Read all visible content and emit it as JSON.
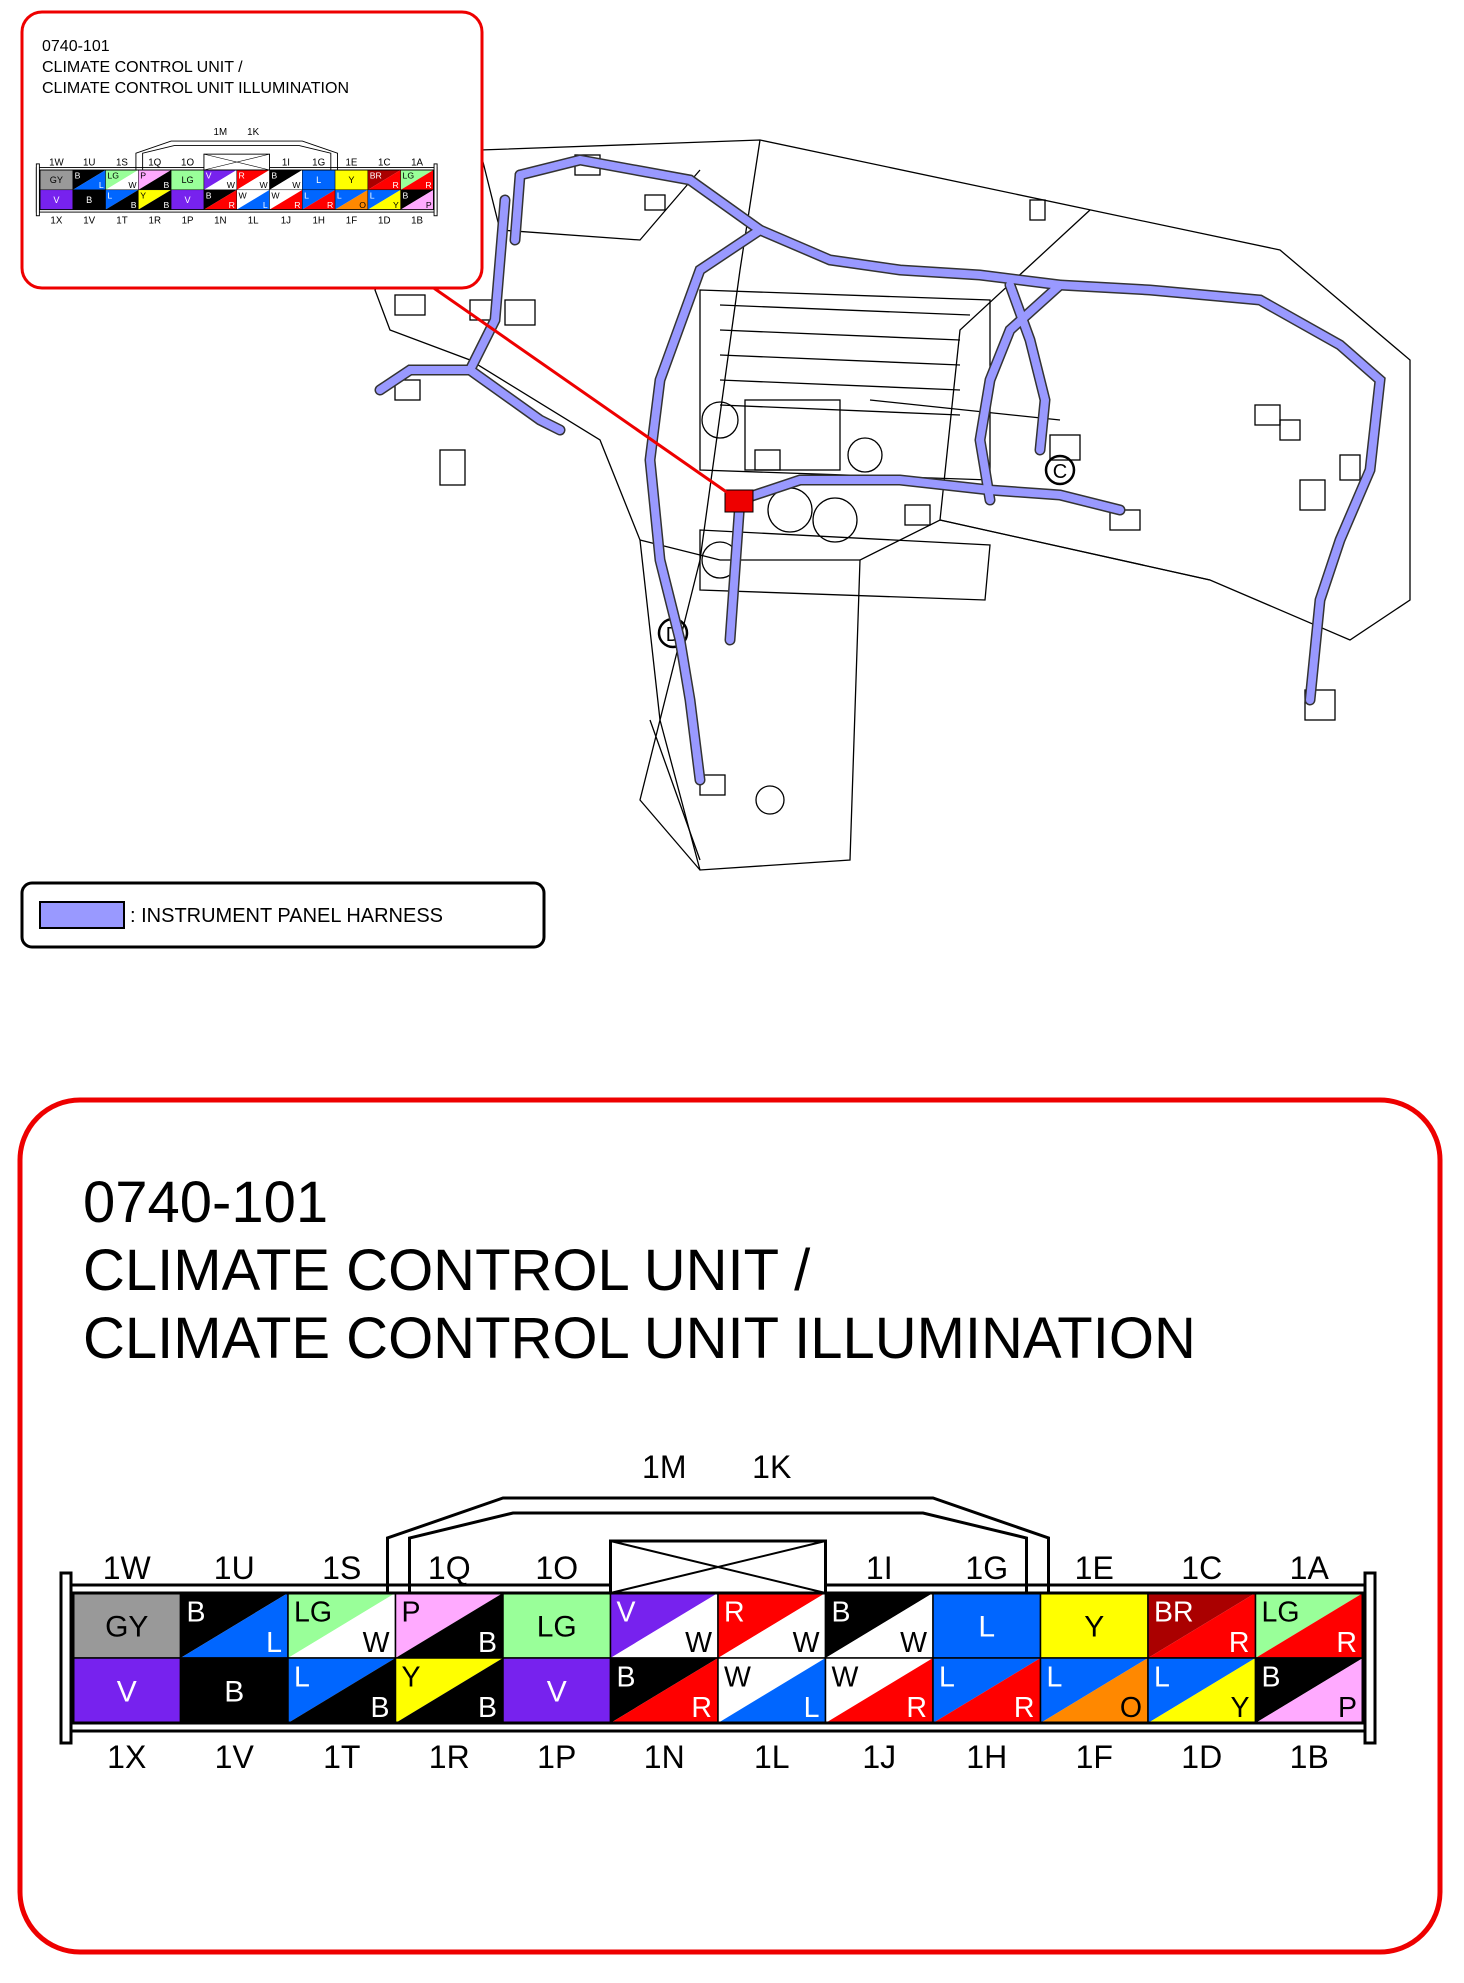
{
  "connector": {
    "id": "0740-101",
    "name_line1": "CLIMATE CONTROL UNIT /",
    "name_line2": "CLIMATE CONTROL UNIT ILLUMINATION",
    "top_labels": [
      "1W",
      "1U",
      "1S",
      "1Q",
      "1O",
      "",
      "",
      "1I",
      "1G",
      "1E",
      "1C",
      "1A"
    ],
    "center_top_labels": [
      "1M",
      "1K"
    ],
    "bottom_labels": [
      "1X",
      "1V",
      "1T",
      "1R",
      "1P",
      "1N",
      "1L",
      "1J",
      "1H",
      "1F",
      "1D",
      "1B"
    ],
    "top_row": [
      {
        "pin": "1W",
        "primary": "GY",
        "stripe": null
      },
      {
        "pin": "1U",
        "primary": "B",
        "stripe": "L"
      },
      {
        "pin": "1S",
        "primary": "LG",
        "stripe": "W"
      },
      {
        "pin": "1Q",
        "primary": "P",
        "stripe": "B"
      },
      {
        "pin": "1O",
        "primary": "LG",
        "stripe": null
      },
      {
        "pin": "1M",
        "primary": "V",
        "stripe": "W"
      },
      {
        "pin": "1K",
        "primary": "R",
        "stripe": "W"
      },
      {
        "pin": "1I",
        "primary": "B",
        "stripe": "W"
      },
      {
        "pin": "1G",
        "primary": "L",
        "stripe": null
      },
      {
        "pin": "1E",
        "primary": "Y",
        "stripe": null
      },
      {
        "pin": "1C",
        "primary": "BR",
        "stripe": "R"
      },
      {
        "pin": "1A",
        "primary": "LG",
        "stripe": "R"
      }
    ],
    "bottom_row": [
      {
        "pin": "1X",
        "primary": "V",
        "stripe": null
      },
      {
        "pin": "1V",
        "primary": "B",
        "stripe": null
      },
      {
        "pin": "1T",
        "primary": "L",
        "stripe": "B"
      },
      {
        "pin": "1R",
        "primary": "Y",
        "stripe": "B"
      },
      {
        "pin": "1P",
        "primary": "V",
        "stripe": null
      },
      {
        "pin": "1N",
        "primary": "B",
        "stripe": "R"
      },
      {
        "pin": "1L",
        "primary": "W",
        "stripe": "L"
      },
      {
        "pin": "1J",
        "primary": "W",
        "stripe": "R"
      },
      {
        "pin": "1H",
        "primary": "L",
        "stripe": "R"
      },
      {
        "pin": "1F",
        "primary": "L",
        "stripe": "O"
      },
      {
        "pin": "1D",
        "primary": "L",
        "stripe": "Y"
      },
      {
        "pin": "1B",
        "primary": "B",
        "stripe": "P"
      }
    ]
  },
  "wire_colors": {
    "GY": "#999999",
    "B": "#000000",
    "L": "#0066ff",
    "LG": "#99ff99",
    "W": "#ffffff",
    "P": "#ffaaff",
    "V": "#7722ee",
    "R": "#ff0000",
    "Y": "#ffff00",
    "BR": "#aa0000",
    "O": "#ff8800"
  },
  "diagram_labels": {
    "marker_c": "C",
    "marker_d": "D"
  },
  "legend": {
    "label": ": INSTRUMENT PANEL HARNESS",
    "swatch_color": "#9999ff"
  },
  "accent_color": "#ee0000"
}
